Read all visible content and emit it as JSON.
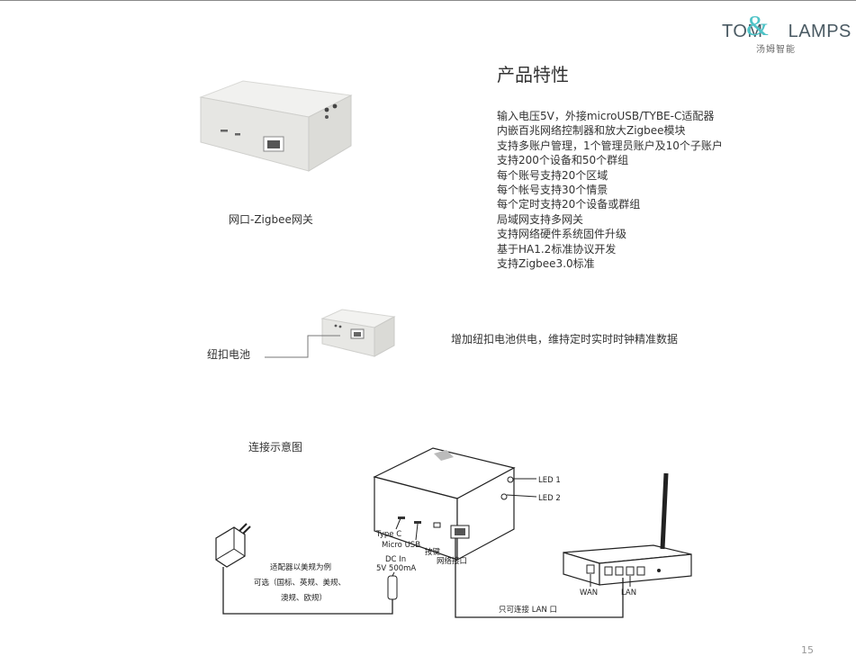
{
  "logo": {
    "left_text": "TOM",
    "amp": "&",
    "right_text": "LAMPS",
    "sub": "汤姆智能"
  },
  "title": "产品特性",
  "features": [
    "输入电压5V，外接microUSB/TYBE-C适配器",
    "内嵌百兆网络控制器和放大Zigbee模块",
    "支持多账户管理，1个管理员账户及10个子账户",
    "支持200个设备和50个群组",
    "每个账号支持20个区域",
    "每个帐号支持30个情景",
    "每个定时支持20个设备或群组",
    "局域网支持多网关",
    "支持网络硬件系统固件升级",
    "基于HA1.2标准协议开发",
    "支持Zigbee3.0标准"
  ],
  "captions": {
    "gateway": "网口-Zigbee网关",
    "battery": "纽扣电池",
    "battery_desc": "增加纽扣电池供电，维持定时实时时钟精准数据",
    "diagram": "连接示意图"
  },
  "diagram": {
    "led1": "LED 1",
    "led2": "LED 2",
    "type_c": "Type C",
    "micro_usb": "Micro USB",
    "dc_in": "DC In",
    "dc_spec": "5V  500mA",
    "port_label": "按键",
    "net_port": "网络接口",
    "adapter_line1": "适配器以美规为例",
    "adapter_line2": "可选（国标、英规、美规、",
    "adapter_line3": "澳规、欧规）",
    "wan": "WAN",
    "lan": "LAN",
    "lan_only": "只可连接 LAN 口"
  },
  "page_number": "15"
}
